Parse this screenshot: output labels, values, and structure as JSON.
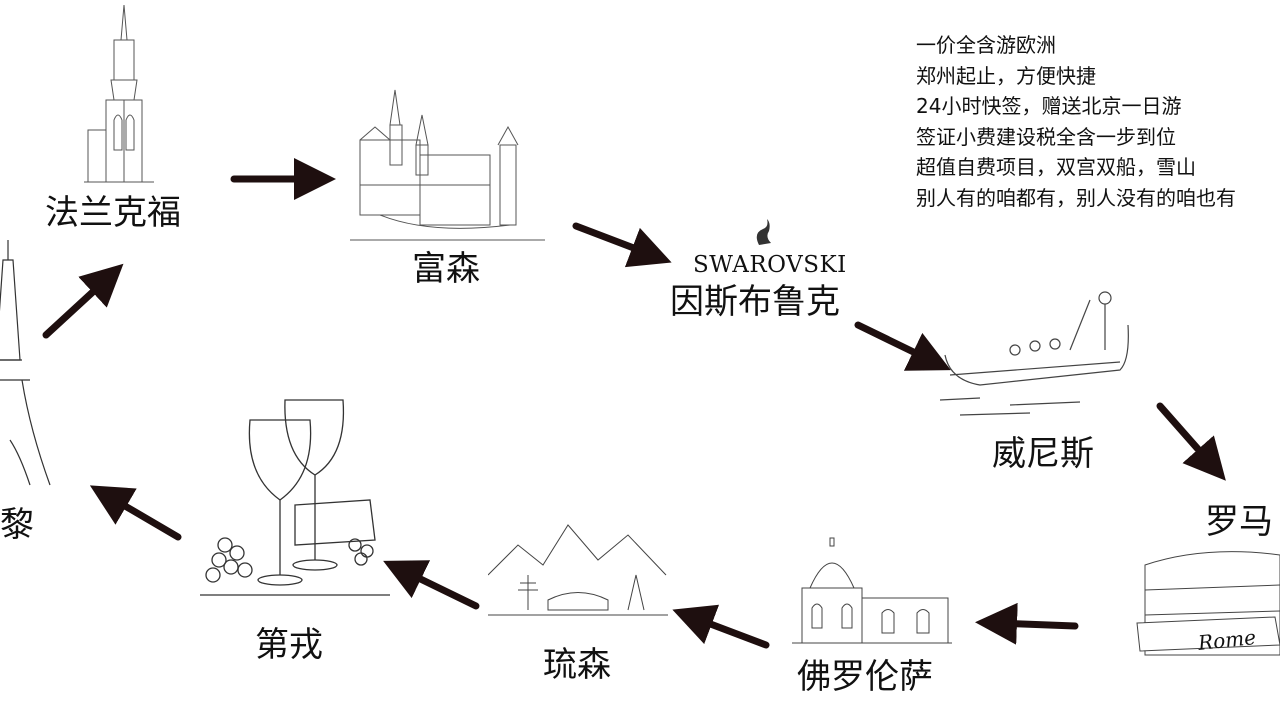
{
  "cities": {
    "frankfurt": "法兰克福",
    "fussen": "富森",
    "innsbruck": "因斯布鲁克",
    "venice": "威尼斯",
    "rome": "罗马",
    "florence": "佛罗伦萨",
    "lucerne": "琉森",
    "dijon": "第戎",
    "paris": "巴黎"
  },
  "brand": "SWAROVSKI",
  "rome_banner": "Rome",
  "info": [
    "一价全含游欧洲",
    "郑州起止，方便快捷",
    "24小时快签，赠送北京一日游",
    "签证小费建设税全含一步到位",
    "超值自费项目，双宫双船，雪山",
    "别人有的咱都有，别人没有的咱也有"
  ],
  "colors": {
    "arrow": "#1e0f0f",
    "sketch": "#555555"
  }
}
